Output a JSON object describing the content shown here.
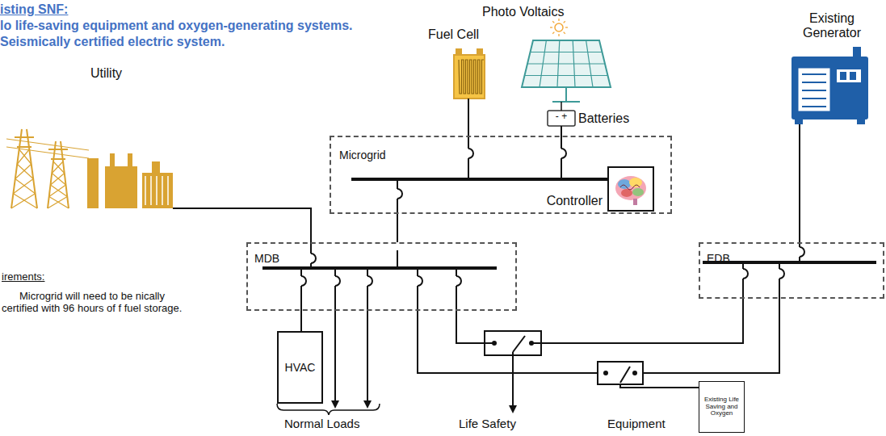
{
  "diagram": {
    "nodes": [
      {
        "text": [
          "Microgrid"
        ]
      },
      {
        "text": [
          "Controller"
        ],
        "in": 0
      },
      {
        "text": [
          "MDB"
        ]
      },
      {
        "text": [
          "EDB"
        ]
      },
      {
        "text": [
          "HVAC"
        ]
      },
      {
        "text": [
          "Existing Life Saving and Oxygen"
        ]
      }
    ],
    "edges": [
      {
        "from": 0,
        "to": 2,
        "arrow": "none"
      },
      {
        "from": 2,
        "to": 4,
        "arrow": "none"
      },
      {
        "from": 2,
        "to": 5,
        "arrow": "none"
      },
      {
        "from": 3,
        "to": 5,
        "arrow": "none"
      }
    ],
    "labels": [
      "isting SNF:",
      "lo life-saving equipment and oxygen-generating systems.",
      "Seismically certified electric system.",
      "Photo Voltaics",
      "Fuel Cell",
      "- +",
      "Batteries",
      "Existing Generator",
      "Utility",
      "irements:",
      "Microgrid will need to be nically certified with 96 hours of f fuel storage.",
      "Normal Loads",
      "Life Safety",
      "Equipment"
    ]
  }
}
